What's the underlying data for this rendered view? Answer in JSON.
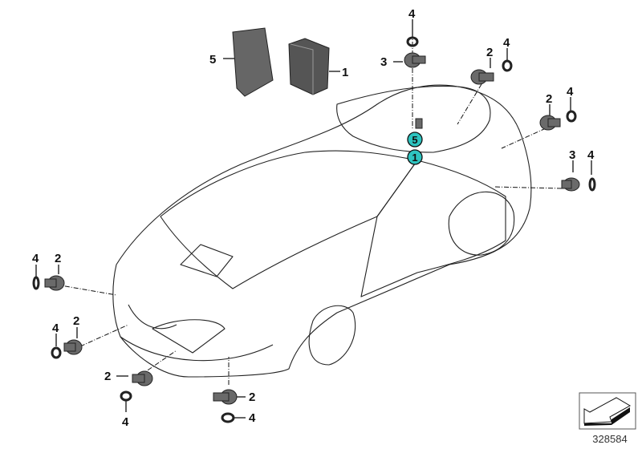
{
  "diagram": {
    "labels": {
      "module_bracket": "5",
      "control_unit": "1",
      "rear_top_ring": "4",
      "rear_top_sensor": "3",
      "rear_right_sensor_a": "2",
      "rear_right_ring_a": "4",
      "rear_right_sensor_b": "2",
      "rear_right_ring_b": "4",
      "rear_side_sensor": "3",
      "rear_side_ring": "4",
      "front_left_ring_a": "4",
      "front_left_sensor_a": "2",
      "front_left_sensor_b": "2",
      "front_left_ring_b": "4",
      "front_center_sensor": "2",
      "front_center_ring": "4",
      "front_bottom_sensor": "2",
      "front_bottom_ring": "4"
    },
    "callouts": [
      "5",
      "1"
    ],
    "callout_color": "#2ec4c0",
    "reference_number": "328584"
  }
}
